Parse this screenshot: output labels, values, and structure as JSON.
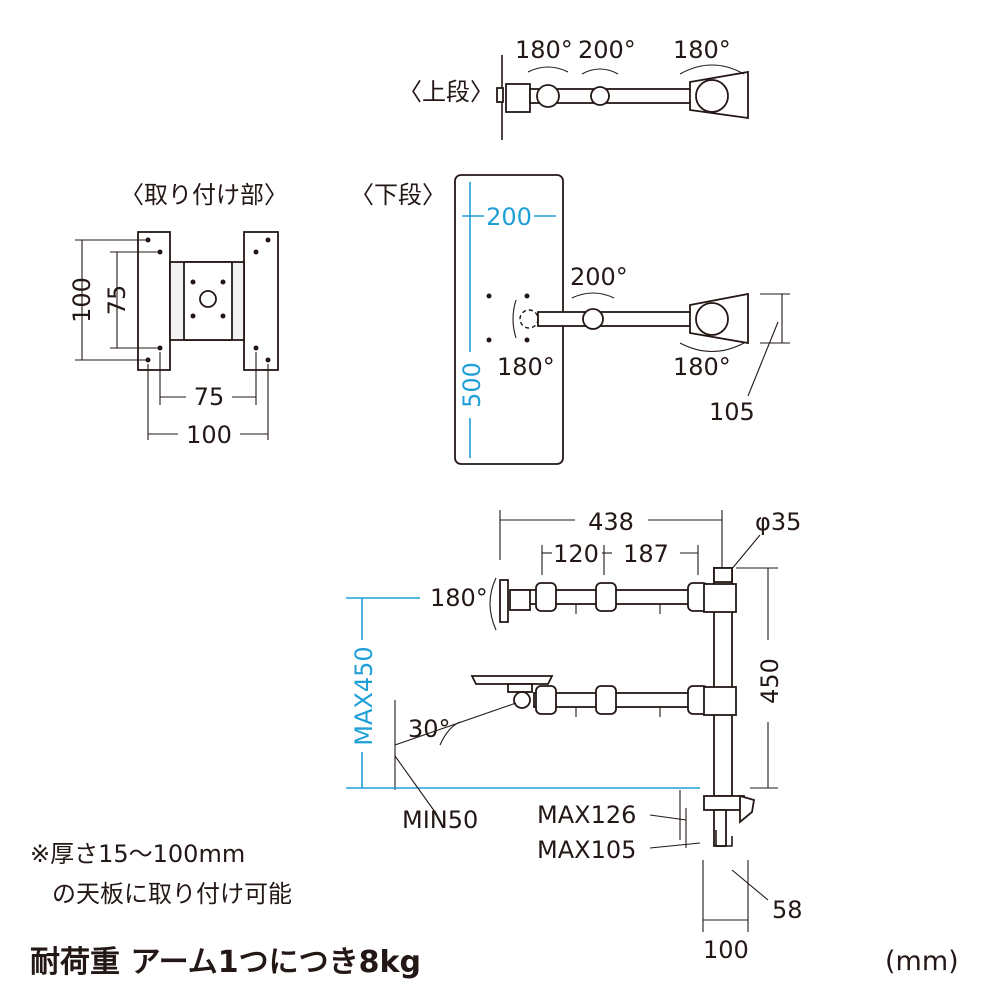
{
  "views": {
    "upper": {
      "label": "〈上段〉",
      "angles": [
        "180°",
        "200°",
        "180°"
      ]
    },
    "mount": {
      "label": "〈取り付け部〉",
      "dims": [
        "100",
        "75",
        "75",
        "100"
      ]
    },
    "lower": {
      "label": "〈下段〉",
      "blue_dims": [
        "200",
        "500"
      ],
      "angles": [
        "200°",
        "180°",
        "180°"
      ],
      "dim": "105"
    },
    "side": {
      "dims": [
        "438",
        "120",
        "187",
        "φ35",
        "450"
      ],
      "angle_top": "180°",
      "blue_dim": "MAX450",
      "angle_tilt": "30°",
      "min": "MIN50",
      "clamp_dims": [
        "MAX126",
        "MAX105",
        "58",
        "100"
      ]
    }
  },
  "notes": {
    "line1": "※厚さ15〜100mm",
    "line2": "の天板に取り付け可能"
  },
  "load": "耐荷重 アーム1つにつき8kg",
  "unit": "(mm)",
  "colors": {
    "ink": "#231815",
    "accent": "#1f9fd8"
  }
}
